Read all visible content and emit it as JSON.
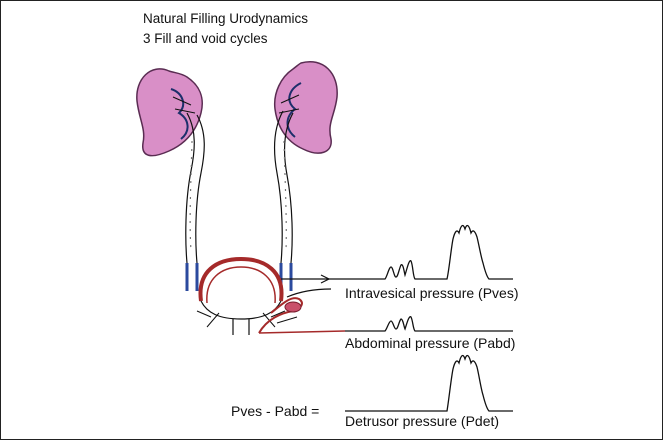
{
  "header": {
    "title": "Natural Filling Urodynamics",
    "subtitle": "3 Fill and void cycles"
  },
  "traces": {
    "pves_label": "Intravesical pressure (Pves)",
    "pabd_label": "Abdominal pressure (Pabd)",
    "equation_label": "Pves - Pabd =",
    "pdet_label": "Detrusor pressure (Pdet)"
  },
  "colors": {
    "kidney_fill": "#d98fc7",
    "bladder_wall": "#a52a2a",
    "ureter_end": "#2b4a9e",
    "line": "#111111"
  }
}
